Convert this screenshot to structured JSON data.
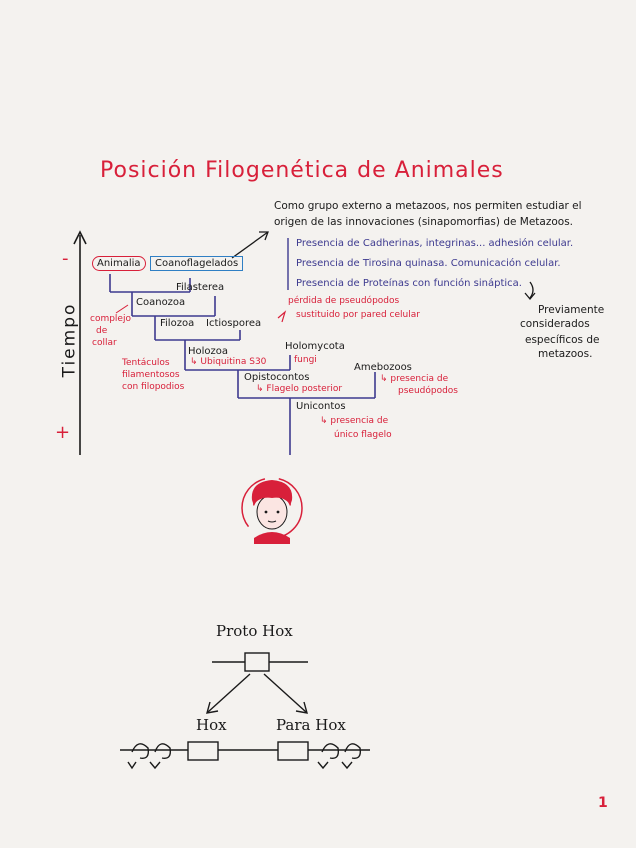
{
  "title": "Posición Filogenética de Animales",
  "time_axis": {
    "label": "Tiempo",
    "minus": "-",
    "plus": "+"
  },
  "intro_note": {
    "line1": "Como grupo externo a metazoos, nos permiten estudiar el",
    "line2": "origen de las innovaciones (sinapomorfias) de Metazoos."
  },
  "evidence": [
    "Presencia de Cadherinas, integrinas...  adhesión celular.",
    "Presencia de Tirosina quinasa.   Comunicación celular.",
    "Presencia de Proteínas con función sináptica."
  ],
  "side_note": [
    "Previamente",
    "considerados",
    "específicos de",
    "metazoos."
  ],
  "taxa": {
    "animalia": "Animalia",
    "coanoflagelados": "Coanoflagelados",
    "filasterea": "Filasterea",
    "coanozoa": "Coanozoa",
    "filozoa": "Filozoa",
    "ictiosporea": "Ictiosporea",
    "holozoa": "Holozoa",
    "holomycota": "Holomycota",
    "fungi": "fungi",
    "amebozoos": "Amebozoos",
    "opistocontos": "Opistocontos",
    "unicontos": "Unicontos"
  },
  "annotations": {
    "collar": [
      "complejo",
      "de",
      "collar"
    ],
    "tentaculos": [
      "Tentáculos",
      "filamentosos",
      "con filopodios"
    ],
    "ubiquitina": "↳ Ubiquitina S30",
    "pseudopodos_loss": [
      "pérdida de pseudópodos",
      "sustituido por pared celular"
    ],
    "flagelo": "↳ Flagelo posterior",
    "amebo_pseudo": [
      "↳ presencia de",
      "pseudópodos"
    ],
    "unico_flagelo": [
      "↳ presencia de",
      "único flagelo"
    ]
  },
  "hox": {
    "proto": "Proto Hox",
    "hox": "Hox",
    "parahox": "Para Hox"
  },
  "page_number": "1",
  "colors": {
    "red": "#d8203a",
    "purple": "#3d3a8f",
    "blue": "#2f7fc4",
    "ink": "#1a1a1a",
    "paper": "#f4f2ef"
  }
}
